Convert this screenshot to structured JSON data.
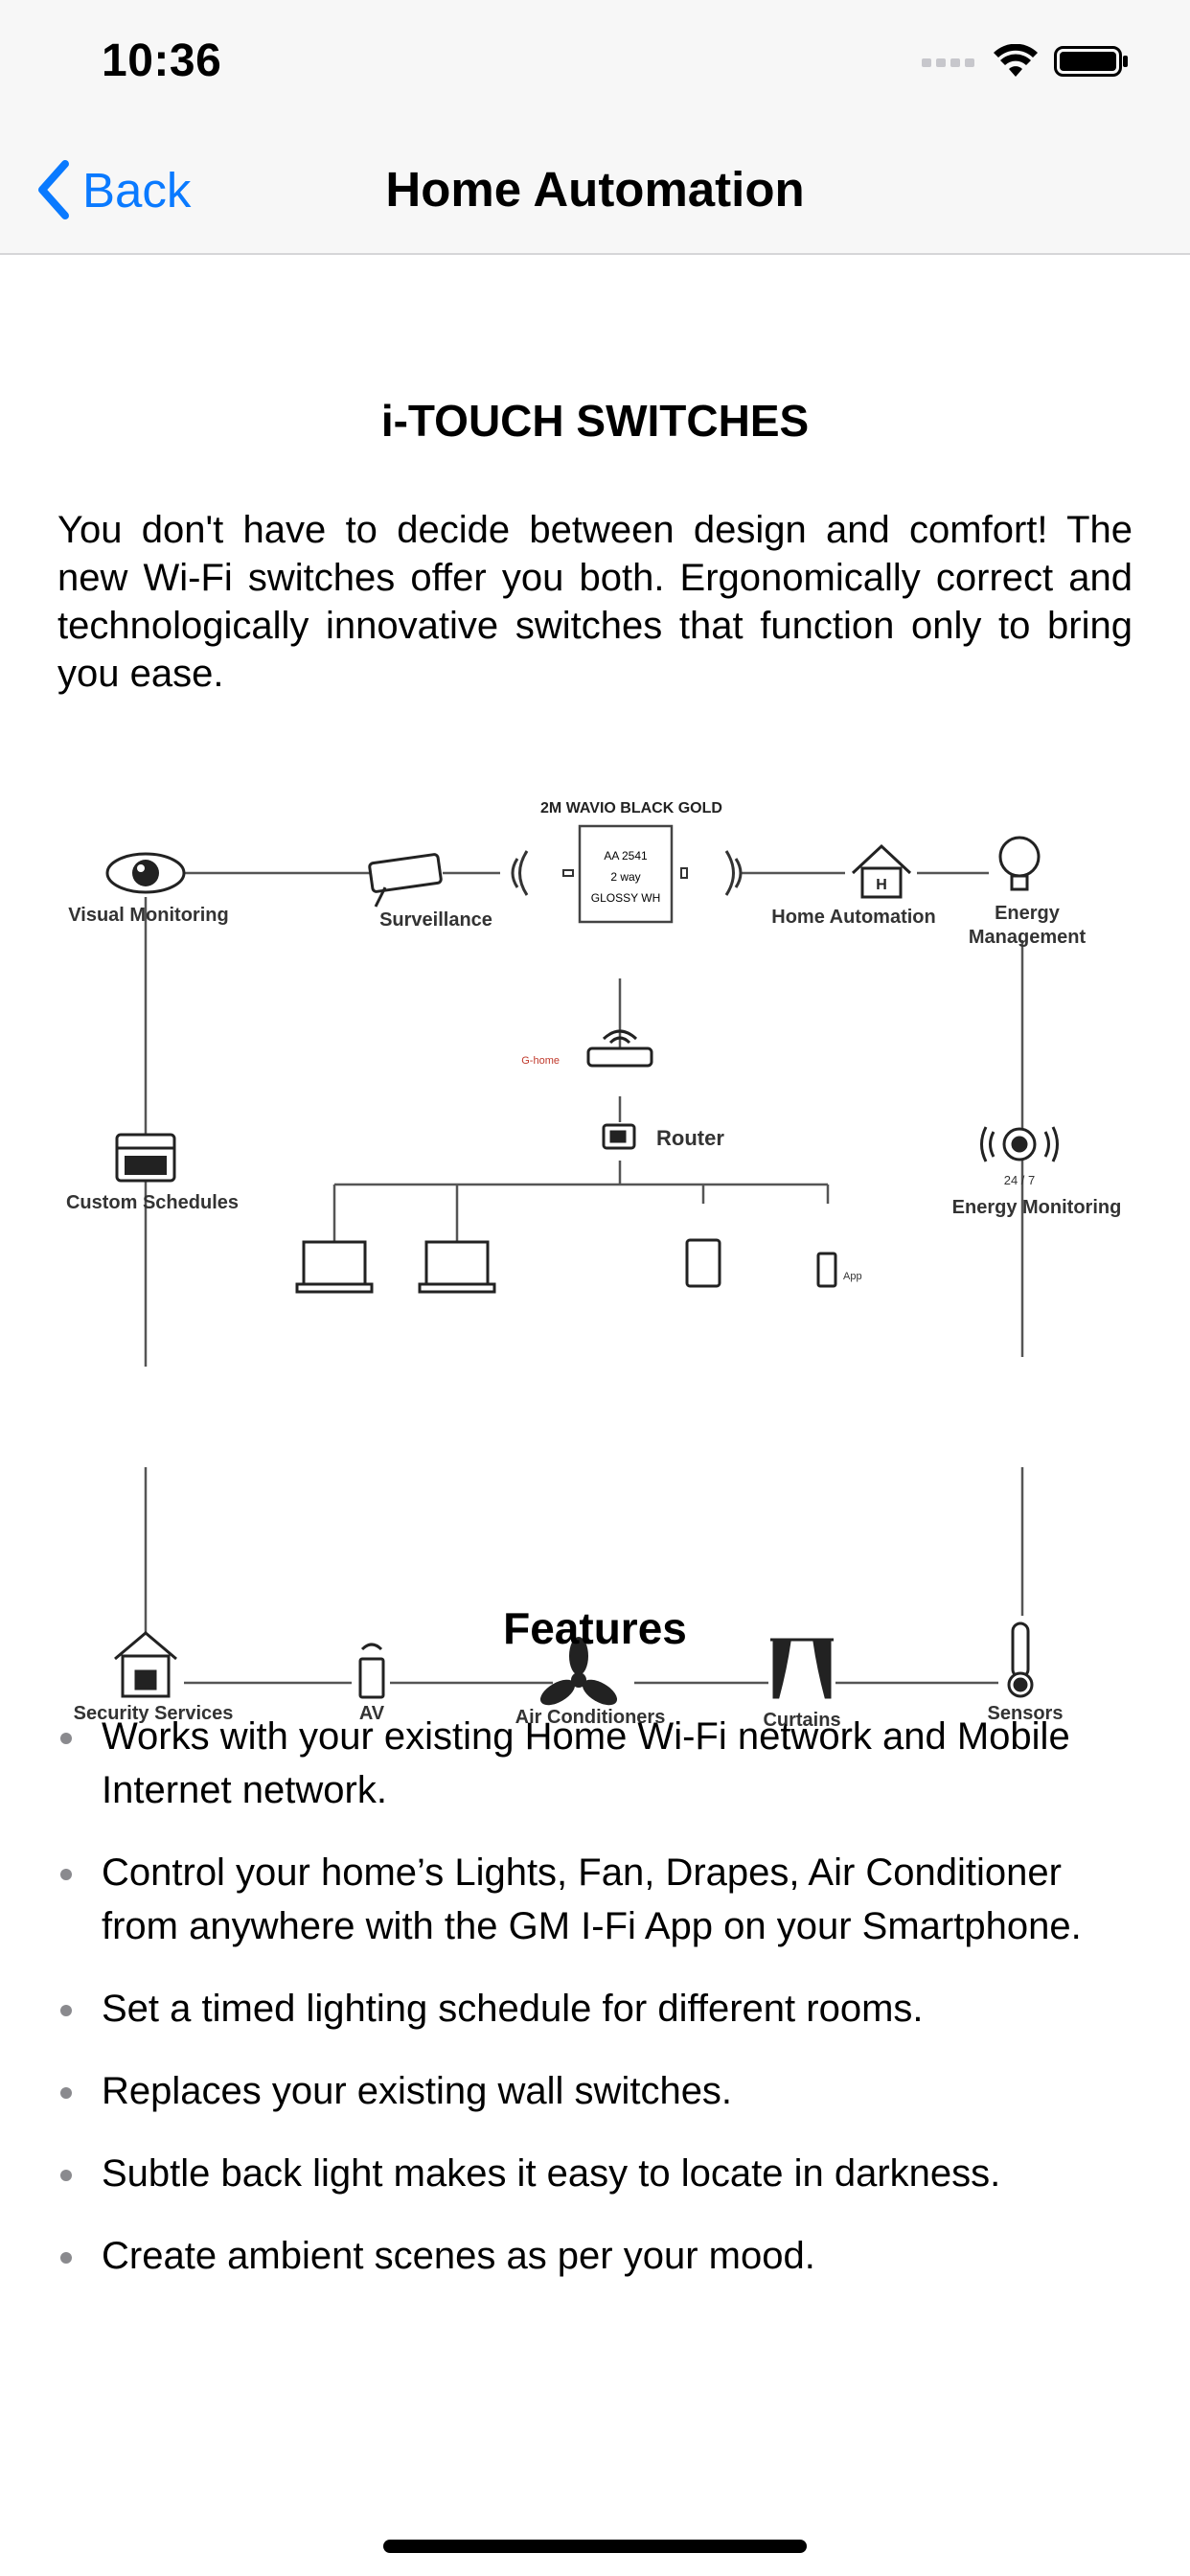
{
  "status_bar": {
    "time": "10:36"
  },
  "nav": {
    "back_label": "Back",
    "title": "Home Automation"
  },
  "section": {
    "title": "i-TOUCH SWITCHES",
    "intro": "You don't have to decide between design and comfort! The new Wi-Fi switches offer you both. Ergonomically correct and technologically innovative switches that function only to bring you ease."
  },
  "diagram": {
    "top_label": "2M WAVIO BLACK GOLD",
    "switch_lines": [
      "AA 2541",
      "2 way",
      "GLOSSY WH"
    ],
    "nodes": {
      "visual_monitoring": "Visual Monitoring",
      "surveillance": "Surveillance",
      "home_automation": "Home Automation",
      "energy_management_1": "Energy",
      "energy_management_2": "Management",
      "custom_schedules": "Custom Schedules",
      "router": "Router",
      "energy_monitoring": "Energy Monitoring",
      "hours": "24 / 7",
      "security_services": "Security Services",
      "av": "AV",
      "air_conditioners": "Air Conditioners",
      "curtains": "Curtains",
      "sensors": "Sensors",
      "app": "App"
    }
  },
  "features": {
    "title": "Features",
    "items": [
      "Works with your existing Home Wi-Fi network and Mobile Internet network.",
      "Control your home’s Lights, Fan, Drapes, Air Conditioner from anywhere with the GM I-Fi App on your Smartphone.",
      "Set a timed lighting schedule for different rooms.",
      "Replaces your existing wall switches.",
      "Subtle back light makes it easy to locate in darkness.",
      "Create ambient scenes as per your mood."
    ]
  }
}
